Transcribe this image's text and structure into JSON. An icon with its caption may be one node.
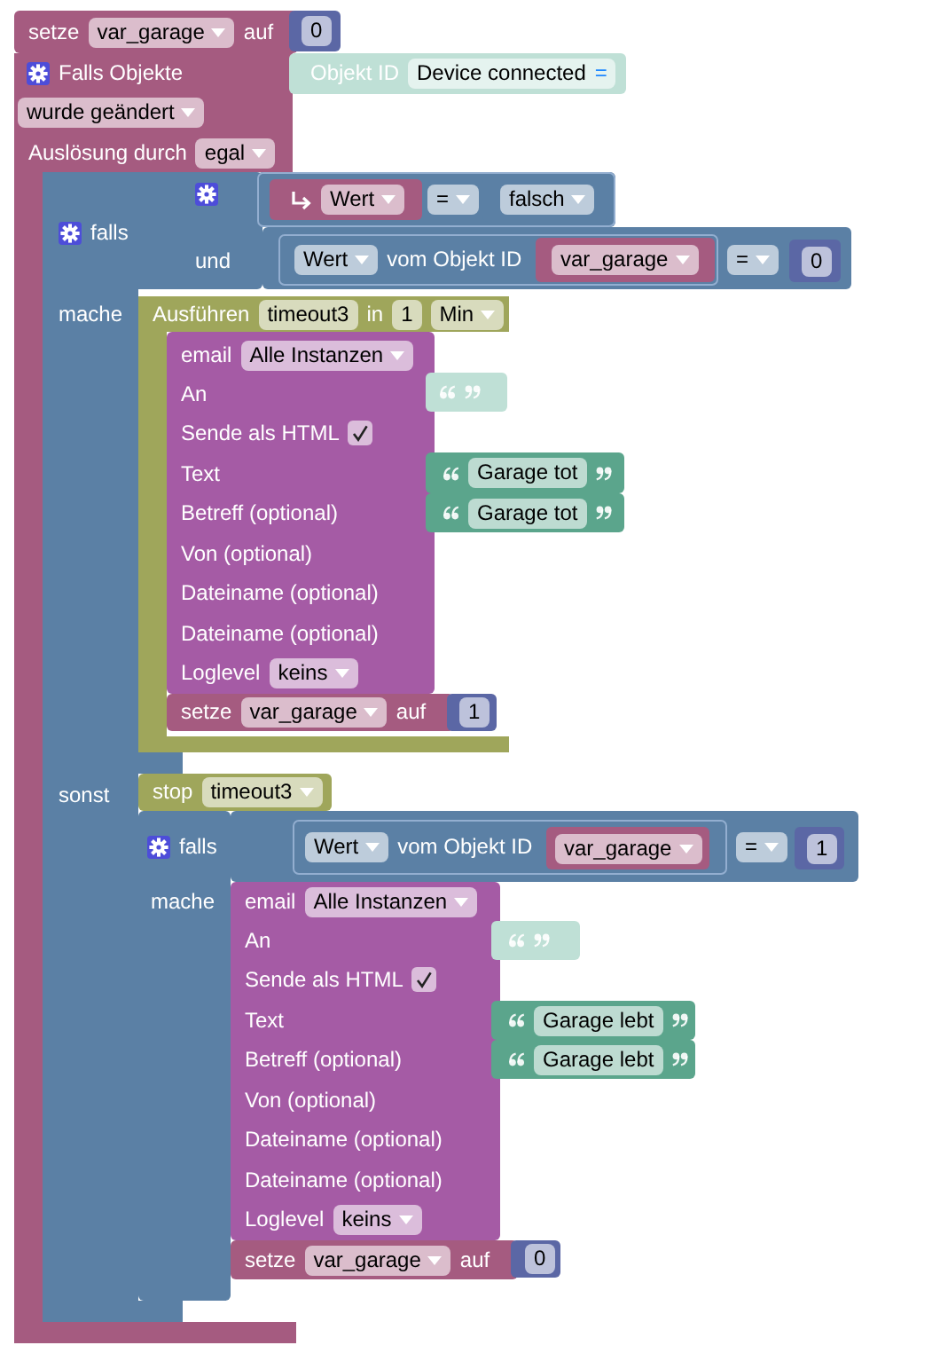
{
  "diagram": {
    "nodes": [
      {
        "text": [
          "setze",
          "auf"
        ]
      },
      {
        "text": [
          "var_garage"
        ],
        "in": 0
      },
      {
        "text": [
          "0"
        ]
      },
      {
        "text": [
          "Falls Objekte",
          "Auslösung durch"
        ]
      },
      {
        "text": [
          "wurde geändert"
        ],
        "in": 3
      },
      {
        "text": [
          "egal"
        ],
        "in": 3
      },
      {
        "text": [
          "Objekt ID"
        ]
      },
      {
        "text": [
          "Device connected",
          "="
        ],
        "in": 6
      },
      {
        "text": [
          "falls",
          "mache",
          "sonst"
        ],
        "in": 3
      },
      {
        "text": [
          "und"
        ],
        "in": 3
      },
      {
        "text": [],
        "shape": "box"
      },
      {
        "text": [
          "Wert"
        ],
        "in": 10
      },
      {
        "text": [
          "="
        ],
        "in": 10
      },
      {
        "text": [
          "falsch"
        ],
        "in": 10
      },
      {
        "text": [],
        "shape": "box"
      },
      {
        "text": [
          "vom Objekt ID"
        ],
        "in": 14
      },
      {
        "text": [
          "Wert"
        ],
        "in": 15
      },
      {
        "text": [
          "var_garage"
        ],
        "in": 15
      },
      {
        "text": [
          "="
        ],
        "in": 14
      },
      {
        "text": [
          "0"
        ],
        "in": 14
      },
      {
        "text": [
          "Ausführen",
          "in"
        ]
      },
      {
        "text": [
          "timeout3"
        ],
        "in": 20
      },
      {
        "text": [
          "1"
        ],
        "in": 20
      },
      {
        "text": [
          "Min"
        ],
        "in": 20
      },
      {
        "text": [
          "email",
          "An",
          "Sende als HTML",
          "Text",
          "Betreff (optional)",
          "Von (optional)",
          "Dateiname (optional)",
          "Dateiname (optional)",
          "Loglevel"
        ],
        "in": 20
      },
      {
        "text": [
          "Alle Instanzen"
        ],
        "in": 24
      },
      {
        "text": [
          "keins"
        ],
        "in": 24
      },
      {
        "text": [],
        "shape": "box",
        "in": 20
      },
      {
        "text": [
          "Garage tot"
        ]
      },
      {
        "text": [
          "Garage tot"
        ]
      },
      {
        "text": [
          "setze",
          "auf"
        ],
        "in": 20
      },
      {
        "text": [
          "var_garage"
        ],
        "in": 30
      },
      {
        "text": [
          "1"
        ],
        "in": 20
      },
      {
        "text": [
          "stop"
        ]
      },
      {
        "text": [
          "timeout3"
        ],
        "in": 33
      },
      {
        "text": [
          "falls",
          "mache"
        ],
        "in": 3
      },
      {
        "text": [],
        "shape": "box"
      },
      {
        "text": [
          "vom Objekt ID"
        ],
        "in": 36
      },
      {
        "text": [
          "Wert"
        ],
        "in": 37
      },
      {
        "text": [
          "var_garage"
        ],
        "in": 37
      },
      {
        "text": [
          "="
        ],
        "in": 36
      },
      {
        "text": [
          "1"
        ],
        "in": 36
      },
      {
        "text": [
          "email",
          "An",
          "Sende als HTML",
          "Text",
          "Betreff (optional)",
          "Von (optional)",
          "Dateiname (optional)",
          "Dateiname (optional)",
          "Loglevel"
        ]
      },
      {
        "text": [
          "Alle Instanzen"
        ],
        "in": 42
      },
      {
        "text": [
          "keins"
        ],
        "in": 42
      },
      {
        "text": [],
        "shape": "box"
      },
      {
        "text": [
          "Garage lebt"
        ]
      },
      {
        "text": [
          "Garage lebt"
        ]
      },
      {
        "text": [
          "setze",
          "auf"
        ]
      },
      {
        "text": [
          "var_garage"
        ],
        "in": 48
      },
      {
        "text": [
          "0"
        ]
      }
    ]
  }
}
